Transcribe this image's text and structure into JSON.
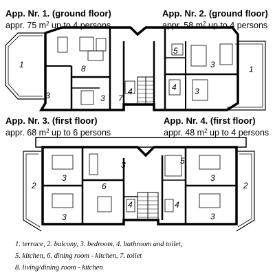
{
  "apartments": [
    {
      "title": "App. Nr. 1. (ground floor)",
      "area_text": "appr. 75 m",
      "area_sup": "2",
      "capacity_text": " up to 4 persons"
    },
    {
      "title": "App. Nr. 2. (ground floor)",
      "area_text": "appr. 58 m",
      "area_sup": "2",
      "capacity_text": " up to 4 persons"
    },
    {
      "title": "App. Nr. 3. (first floor)",
      "area_text": "appr. 68 m",
      "area_sup": "2",
      "capacity_text": " up to 6 persons"
    },
    {
      "title": "App. Nr. 4. (first floor)",
      "area_text": "appr. 48 m",
      "area_sup": "2",
      "capacity_text": " up to 4 persons"
    }
  ],
  "room_labels": {
    "ground": [
      "1",
      "8",
      "3",
      "3",
      "7",
      "4",
      "4",
      "5",
      "3",
      "3",
      "1"
    ],
    "first": [
      "2",
      "3",
      "3",
      "3",
      "6",
      "4",
      "4",
      "5",
      "3",
      "3",
      "2"
    ]
  },
  "legend": {
    "line1": "1. terrace,    2. balcony,    3. bedroom,    4. bathroom and toilet,",
    "line2": "5. kitchen,    6. dining room - kitchen,    7. toilet",
    "line3": "8. living/dining room - kitchen"
  }
}
